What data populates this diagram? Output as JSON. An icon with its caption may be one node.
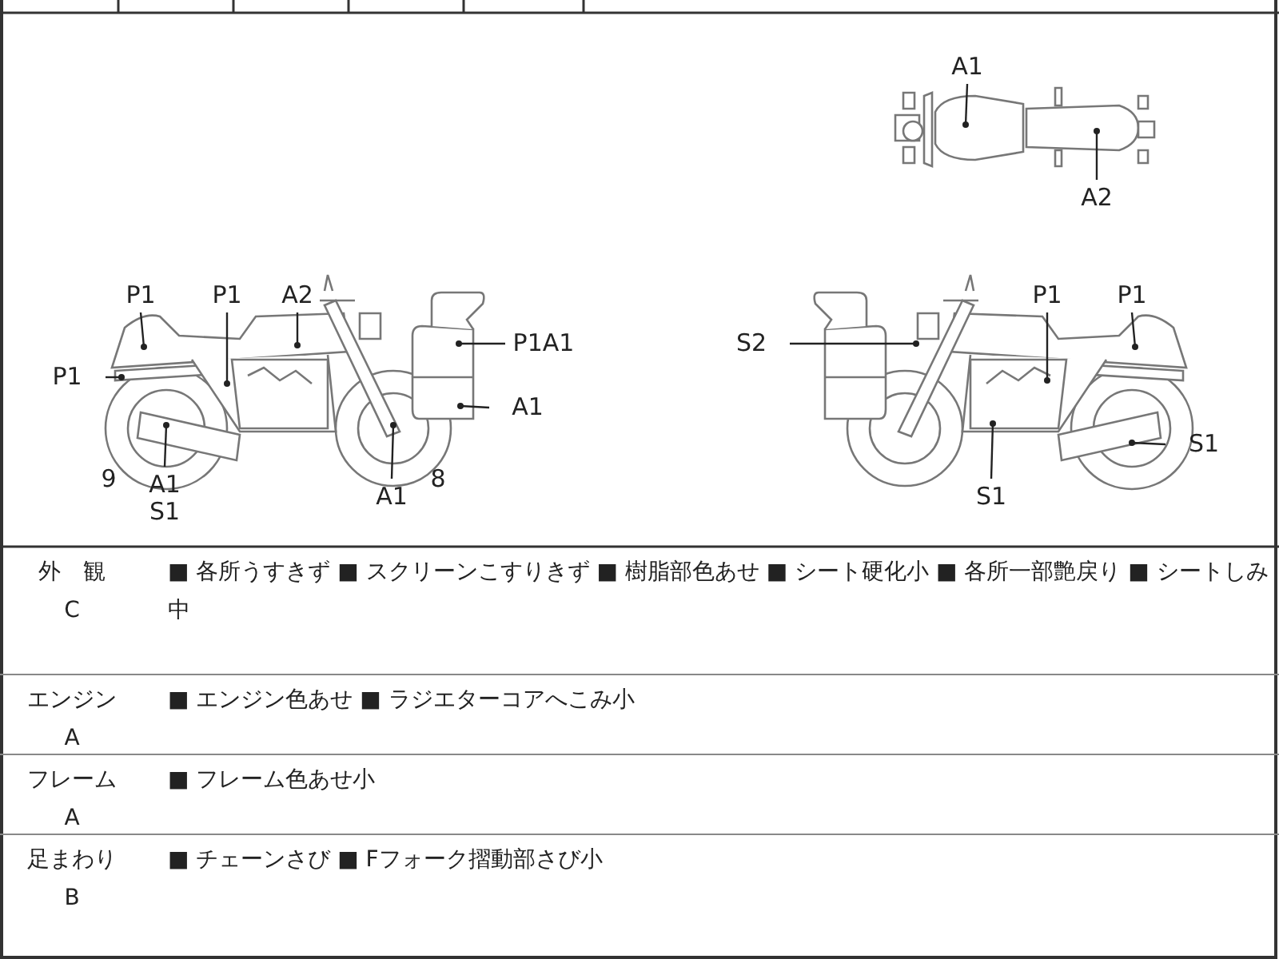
{
  "diagram": {
    "nodes": [
      {
        "text": [
          "A1"
        ]
      },
      {
        "text": [
          "A2"
        ]
      },
      {
        "text": [
          "P1"
        ]
      },
      {
        "text": [
          "P1"
        ]
      },
      {
        "text": [
          "A2"
        ]
      },
      {
        "text": [
          "P1"
        ]
      },
      {
        "text": [
          "P1A1"
        ]
      },
      {
        "text": [
          "A1"
        ]
      },
      {
        "text": [
          "A1 S1"
        ]
      },
      {
        "text": [
          "A1"
        ]
      },
      {
        "text": [
          "S2"
        ]
      },
      {
        "text": [
          "P1"
        ]
      },
      {
        "text": [
          "P1"
        ]
      },
      {
        "text": [
          "S1"
        ]
      },
      {
        "text": [
          "S1"
        ]
      }
    ],
    "edges": [
      {
        "from": 0,
        "to": null,
        "arrow": "other"
      },
      {
        "from": 1,
        "to": null,
        "arrow": "other"
      },
      {
        "from": 2,
        "to": null,
        "arrow": "other"
      },
      {
        "from": 3,
        "to": null,
        "arrow": "other"
      },
      {
        "from": 4,
        "to": null,
        "arrow": "other"
      },
      {
        "from": 5,
        "to": null,
        "arrow": "other"
      },
      {
        "from": 6,
        "to": null,
        "arrow": "other"
      },
      {
        "from": 7,
        "to": null,
        "arrow": "other"
      },
      {
        "from": 8,
        "to": null,
        "arrow": "other"
      },
      {
        "from": 9,
        "to": null,
        "arrow": "other"
      },
      {
        "from": 10,
        "to": null,
        "arrow": "other"
      },
      {
        "from": 11,
        "to": null,
        "arrow": "other"
      },
      {
        "from": 12,
        "to": null,
        "arrow": "other"
      },
      {
        "from": 13,
        "to": null,
        "arrow": "other"
      },
      {
        "from": 14,
        "to": null,
        "arrow": "other"
      }
    ],
    "labels": [
      "9",
      "8",
      "外　観",
      "C",
      "■ 各所うすきず ■ スクリーンこすりきず ■ 樹脂部色あせ ■ シート硬化小 ■ 各所一部艶戻り ■ シートしみ中",
      "エンジン",
      "A",
      "■ エンジン色あせ ■ ラジエターコアへこみ小",
      "フレーム",
      "A",
      "■ フレーム色あせ小",
      "足まわり",
      "B",
      "■ チェーンさび ■ Fフォーク摺動部さび小"
    ]
  }
}
